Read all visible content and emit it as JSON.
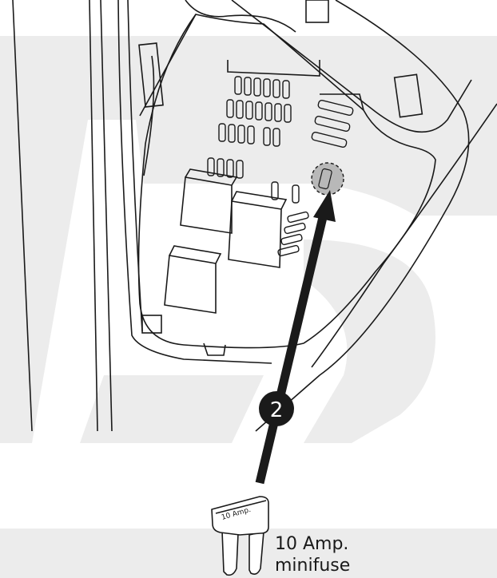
{
  "step": {
    "number": "2"
  },
  "fuse": {
    "rating_label": "10 Amp."
  },
  "caption": {
    "line1": "10 Amp.",
    "line2": "minifuse"
  },
  "colors": {
    "line": "#1a1a1a",
    "watermark": "#ececec",
    "highlight": "#b8b8b8",
    "badge": "#1a1a1a"
  }
}
